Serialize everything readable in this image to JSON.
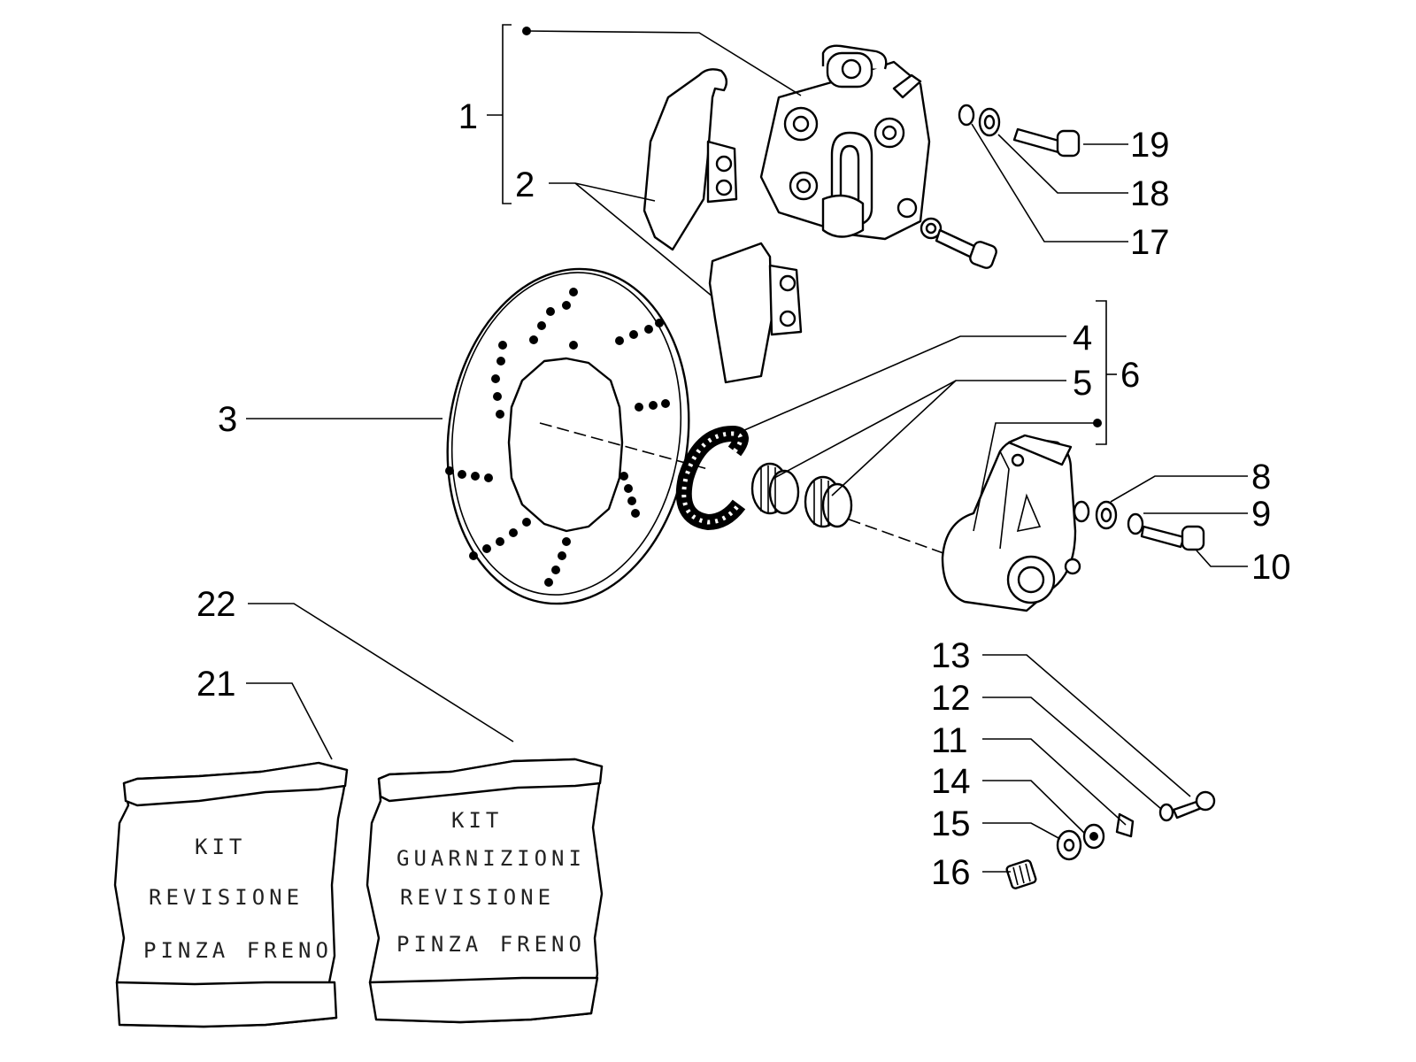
{
  "callouts": {
    "c1": "1",
    "c2": "2",
    "c3": "3",
    "c4": "4",
    "c5": "5",
    "c6": "6",
    "c8": "8",
    "c9": "9",
    "c10": "10",
    "c11": "11",
    "c12": "12",
    "c13": "13",
    "c14": "14",
    "c15": "15",
    "c16": "16",
    "c17": "17",
    "c18": "18",
    "c19": "19",
    "c21": "21",
    "c22": "22"
  },
  "kit_bags": {
    "left": {
      "line1": "KIT",
      "line2": "REVISIONE",
      "line3": "PINZA FRENO"
    },
    "right": {
      "line1": "KIT",
      "line2": "GUARNIZIONI",
      "line3": "REVISIONE",
      "line4": "PINZA FRENO"
    }
  },
  "colors": {
    "ink": "#000000",
    "paper": "#ffffff"
  }
}
